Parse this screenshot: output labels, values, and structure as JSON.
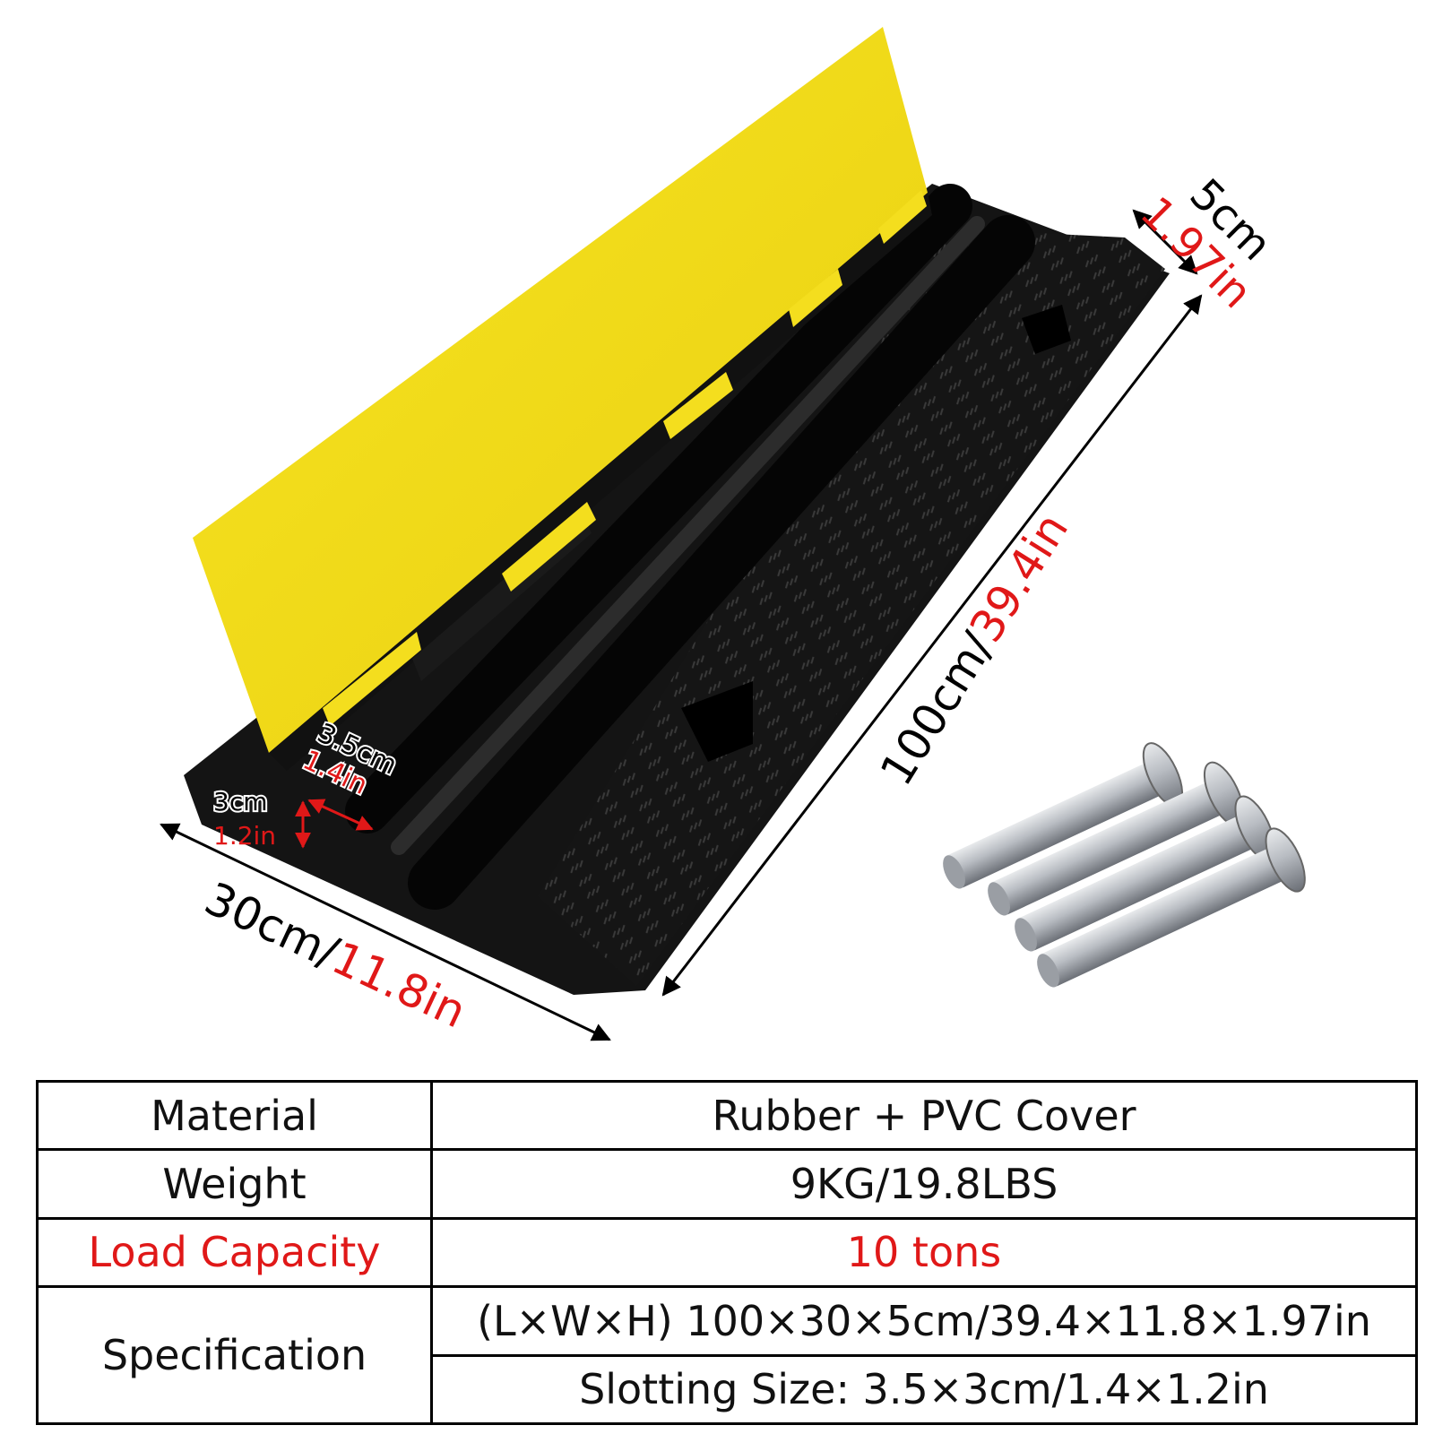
{
  "dimensions": {
    "height": {
      "cm": "5cm",
      "in": "1.97in"
    },
    "length": {
      "cm": "100cm/",
      "in": "39.4in"
    },
    "width": {
      "cm": "30cm/",
      "in": "11.8in"
    },
    "slot_width": {
      "cm": "3.5cm",
      "in": "1.4in"
    },
    "slot_height": {
      "cm": "3cm",
      "in": "1.2in"
    }
  },
  "colors": {
    "accent_red": "#e01818",
    "cover_yellow": "#f6e21c",
    "ramp_black": "#111111",
    "bolt_steel": "#b8bcc2"
  },
  "table": {
    "rows": [
      {
        "label": "Material",
        "value": "Rubber + PVC Cover",
        "highlight": false
      },
      {
        "label": "Weight",
        "value": "9KG/19.8LBS",
        "highlight": false
      },
      {
        "label": "Load Capacity",
        "value": "10 tons",
        "highlight": true
      }
    ],
    "spec_label": "Specification",
    "spec_values": [
      "(L×W×H) 100×30×5cm/39.4×11.8×1.97in",
      "Slotting Size: 3.5×3cm/1.4×1.2in"
    ]
  }
}
